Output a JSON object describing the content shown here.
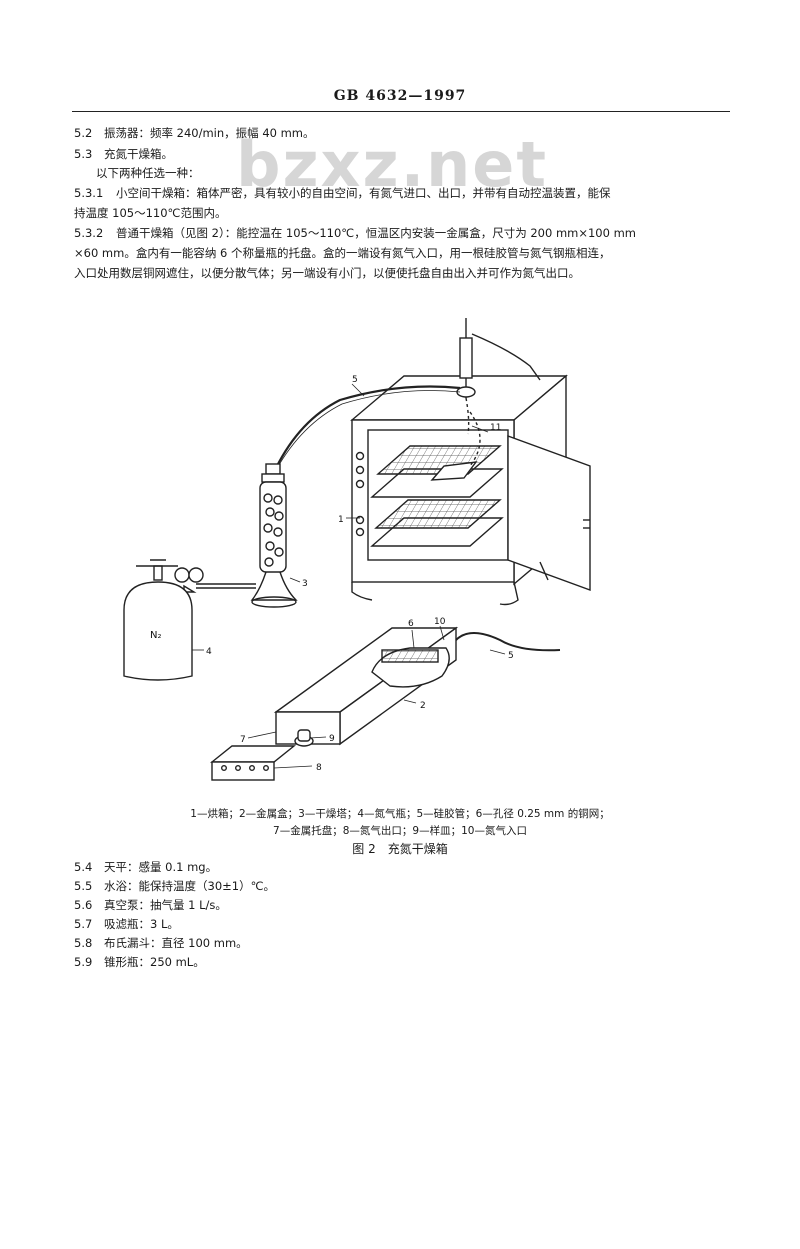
{
  "header": {
    "standard_no": "GB 4632—1997"
  },
  "watermark": "bzxz.net",
  "sections": [
    {
      "no": "5.2",
      "text": "振荡器：频率 240/min，振幅 40 mm。"
    },
    {
      "no": "5.3",
      "text": "充氮干燥箱。"
    },
    {
      "no": "",
      "text": "以下两种任选一种："
    },
    {
      "no": "5.3.1",
      "text": "小空间干燥箱：箱体严密，具有较小的自由空间，有氮气进口、出口，并带有自动控温装置，能保"
    },
    {
      "no": "",
      "text": "持温度 105～110℃范围内。"
    },
    {
      "no": "5.3.2",
      "text": "普通干燥箱（见图 2）：能控温在 105～110℃，恒温区内安装一金属盒，尺寸为 200 mm×100 mm"
    },
    {
      "no": "",
      "text": "×60 mm。盒内有一能容纳 6 个称量瓶的托盘。盒的一端设有氮气入口，用一根硅胶管与氮气钢瓶相连，"
    },
    {
      "no": "",
      "text": "入口处用数层铜网遮住，以便分散气体；另一端设有小门，以便使托盘自由出入并可作为氮气出口。"
    }
  ],
  "figure": {
    "labels": [
      "1",
      "2",
      "3",
      "4",
      "5",
      "6",
      "7",
      "8",
      "9",
      "10",
      "11",
      "5"
    ],
    "cylinder_mark": "N₂",
    "caption_line1": "1—烘箱；2—金属盒；3—干燥塔；4—氮气瓶；5—硅胶管；6—孔径 0.25 mm 的铜网；",
    "caption_line2": "7—金属托盘；8—氮气出口；9—样皿；10—氮气入口",
    "title": "图 2　充氮干燥箱"
  },
  "items": [
    {
      "no": "5.4",
      "text": "天平：感量 0.1 mg。"
    },
    {
      "no": "5.5",
      "text": "水浴：能保持温度（30±1）℃。"
    },
    {
      "no": "5.6",
      "text": "真空泵：抽气量 1 L/s。"
    },
    {
      "no": "5.7",
      "text": "吸滤瓶：3 L。"
    },
    {
      "no": "5.8",
      "text": "布氏漏斗：直径 100 mm。"
    },
    {
      "no": "5.9",
      "text": "锥形瓶：250 mL。"
    }
  ]
}
